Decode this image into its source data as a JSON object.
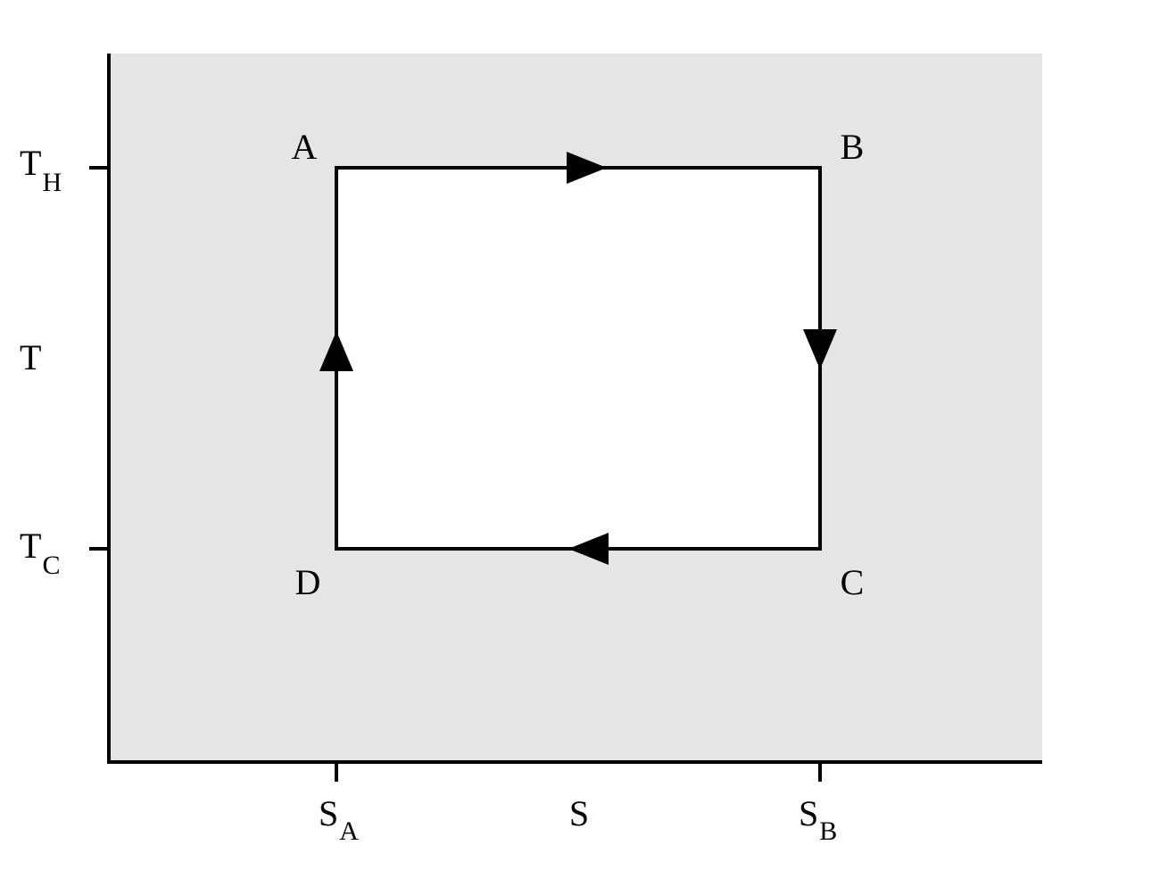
{
  "colors": {
    "plot_background": "#e5e5e5",
    "cycle_fill": "#ffffff",
    "line": "#000000"
  },
  "y_axis": {
    "label": "T",
    "ticks": [
      {
        "main": "T",
        "sub": "H"
      },
      {
        "main": "T",
        "sub": "C"
      }
    ]
  },
  "x_axis": {
    "label": "S",
    "ticks": [
      {
        "main": "S",
        "sub": "A"
      },
      {
        "main": "S",
        "sub": "B"
      }
    ]
  },
  "corners": {
    "A": "A",
    "B": "B",
    "C": "C",
    "D": "D"
  }
}
